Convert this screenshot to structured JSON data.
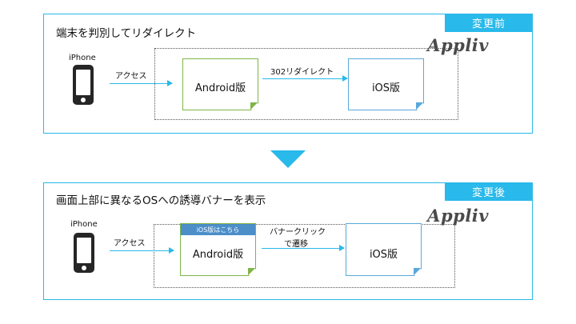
{
  "colors": {
    "accent": "#29b9ea",
    "banner": "#4b8ec8",
    "android_border": "#7fb548",
    "ios_border": "#5aa8db"
  },
  "before": {
    "tag": "変更前",
    "heading": "端末を判別してリダイレクト",
    "logo": "Appliv",
    "device_label": "iPhone",
    "access_label": "アクセス",
    "android_page": "Android版",
    "redirect_label": "302リダイレクト",
    "ios_page": "iOS版"
  },
  "after": {
    "tag": "変更後",
    "heading": "画面上部に異なるOSへの誘導バナーを表示",
    "logo": "Appliv",
    "device_label": "iPhone",
    "access_label": "アクセス",
    "android_page": "Android版",
    "banner": "iOS版はこちら",
    "banner_label_line1": "バナークリック",
    "banner_label_line2": "で遷移",
    "ios_page": "iOS版"
  },
  "icons": {
    "phone": "smartphone-icon",
    "down_arrow": "down-arrow-icon"
  }
}
